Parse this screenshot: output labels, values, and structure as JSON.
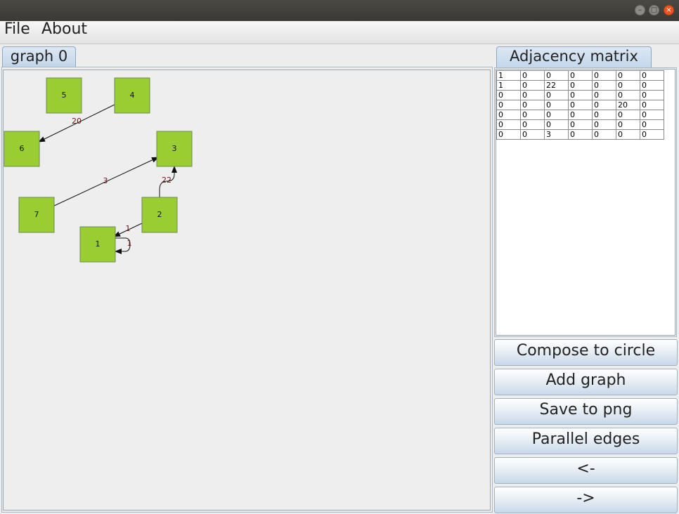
{
  "menu": {
    "file": "File",
    "about": "About"
  },
  "tabs": {
    "graph": "graph 0",
    "adjacency": "Adjacency matrix"
  },
  "window_buttons": {
    "minimize": "–",
    "maximize": "□",
    "close": "×"
  },
  "graph": {
    "nodes": [
      {
        "id": "5",
        "label": "5"
      },
      {
        "id": "4",
        "label": "4"
      },
      {
        "id": "6",
        "label": "6"
      },
      {
        "id": "3",
        "label": "3"
      },
      {
        "id": "7",
        "label": "7"
      },
      {
        "id": "2",
        "label": "2"
      },
      {
        "id": "1",
        "label": "1"
      }
    ],
    "edges": [
      {
        "from": "4",
        "to": "6",
        "weight": "20"
      },
      {
        "from": "7",
        "to": "3",
        "weight": "3"
      },
      {
        "from": "2",
        "to": "3",
        "weight": "22"
      },
      {
        "from": "2",
        "to": "1",
        "weight": "1"
      },
      {
        "from": "1",
        "to": "1",
        "weight": "1"
      }
    ],
    "node_color": "#9acd32",
    "edge_label_color": "#6b1515"
  },
  "matrix": [
    [
      "1",
      "0",
      "0",
      "0",
      "0",
      "0",
      "0"
    ],
    [
      "1",
      "0",
      "22",
      "0",
      "0",
      "0",
      "0"
    ],
    [
      "0",
      "0",
      "0",
      "0",
      "0",
      "0",
      "0"
    ],
    [
      "0",
      "0",
      "0",
      "0",
      "0",
      "20",
      "0"
    ],
    [
      "0",
      "0",
      "0",
      "0",
      "0",
      "0",
      "0"
    ],
    [
      "0",
      "0",
      "0",
      "0",
      "0",
      "0",
      "0"
    ],
    [
      "0",
      "0",
      "3",
      "0",
      "0",
      "0",
      "0"
    ]
  ],
  "buttons": {
    "compose": "Compose to circle",
    "add_graph": "Add graph",
    "save_png": "Save to png",
    "parallel": "Parallel edges",
    "prev": "<-",
    "next": "->"
  }
}
